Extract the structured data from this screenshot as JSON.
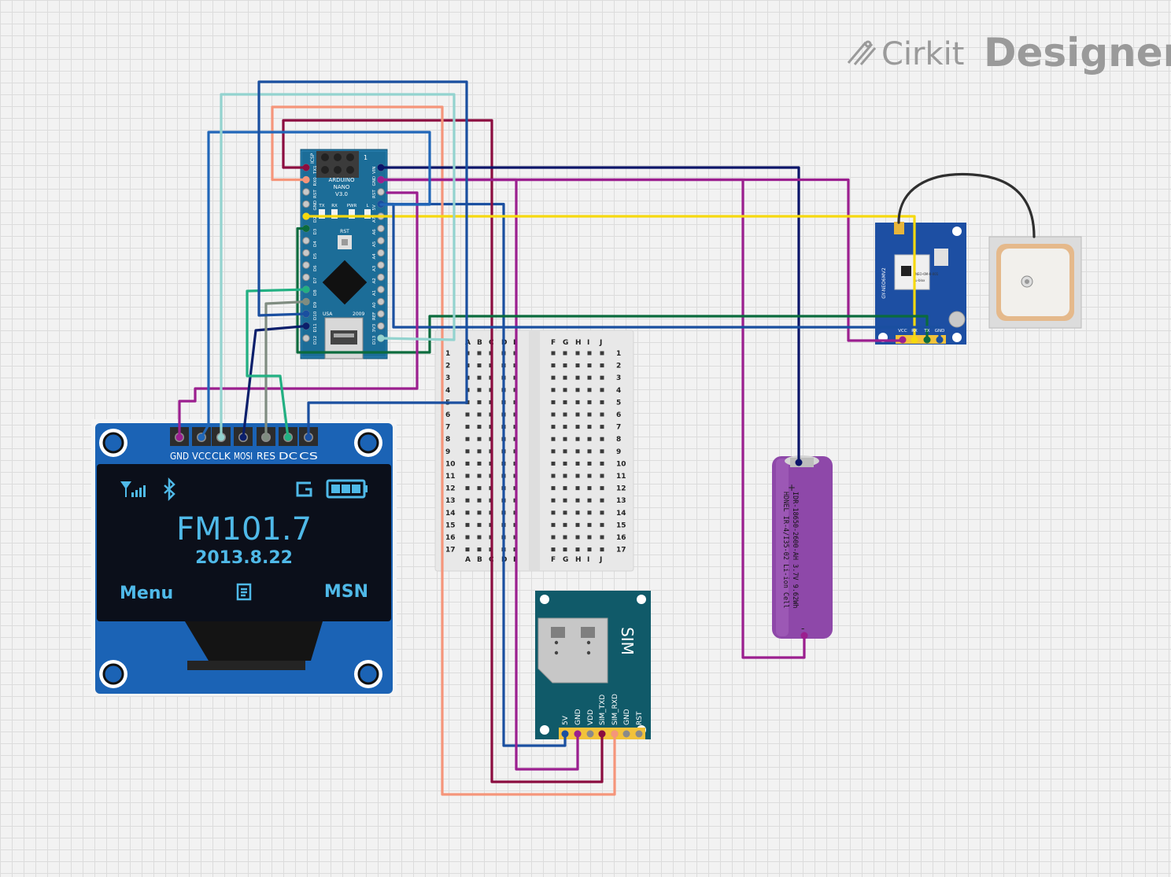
{
  "branding": {
    "brand_light": "Cirkit",
    "brand_bold": "Designer"
  },
  "arduino": {
    "board_line1": "ARDUINO",
    "board_line2": "NANO",
    "board_line3": "V3.0",
    "header_label": "ICSP",
    "header_pin1": "1",
    "rst_label": "RST",
    "usa_label": "USA",
    "year_label": "2009",
    "led_labels": [
      "TX",
      "RX",
      "PWR",
      "L"
    ],
    "left_pins": [
      "TX1",
      "RX0",
      "RST",
      "GND",
      "D2",
      "D3",
      "D4",
      "D5",
      "D6",
      "D7",
      "D8",
      "D9",
      "D10",
      "D11",
      "D12"
    ],
    "right_pins": [
      "VIN",
      "GND",
      "RST",
      "5V",
      "A7",
      "A6",
      "A5",
      "A4",
      "A3",
      "A2",
      "A1",
      "A0",
      "REF",
      "3V3",
      "D13"
    ]
  },
  "oled": {
    "pin_labels": [
      "GND",
      "VCC",
      "CLK",
      "MOSI",
      "RES",
      "DC",
      "CS"
    ],
    "screen": {
      "frequency": "FM101.7",
      "date": "2013.8.22",
      "left_softkey": "Menu",
      "right_softkey": "MSN"
    }
  },
  "breadboard": {
    "left_columns": [
      "A",
      "B",
      "C",
      "D",
      "E"
    ],
    "right_columns": [
      "F",
      "G",
      "H",
      "I",
      "J"
    ],
    "rows": [
      "1",
      "2",
      "3",
      "4",
      "5",
      "6",
      "7",
      "8",
      "9",
      "10",
      "11",
      "12",
      "13",
      "14",
      "15",
      "16",
      "17"
    ]
  },
  "sim_module": {
    "title": "SIM",
    "pins": [
      "5V",
      "GND",
      "VDD",
      "SIM_TXD",
      "SIM_RXD",
      "GND",
      "RST"
    ]
  },
  "gps_module": {
    "model_label": "GY-NEO6MV2",
    "pin_labels": [
      "VCC",
      "RX",
      "TX",
      "GND"
    ],
    "chip_lines": [
      "NEO-6M-0-001",
      "u-blox"
    ]
  },
  "battery": {
    "label_line1": "IDR-18650-2600-AH 3.7V 9.62Wh",
    "label_line2": "HDNEL IR-4/I35-02 Li-ion Cell",
    "plus": "+",
    "minus": "-"
  },
  "wire_colors": {
    "dark_blue": "#0b1f6b",
    "navy": "#0a1468",
    "blue": "#1a4fa0",
    "light_blue": "#2066b8",
    "teal_light": "#93d3cf",
    "salmon": "#f5957a",
    "maroon": "#8b0c3f",
    "purple": "#9b1f8f",
    "yellow": "#f6d90f",
    "green": "#0b6b3d",
    "sea_green": "#22b082",
    "gray": "#7f8c80",
    "black": "#2f2f2f"
  }
}
